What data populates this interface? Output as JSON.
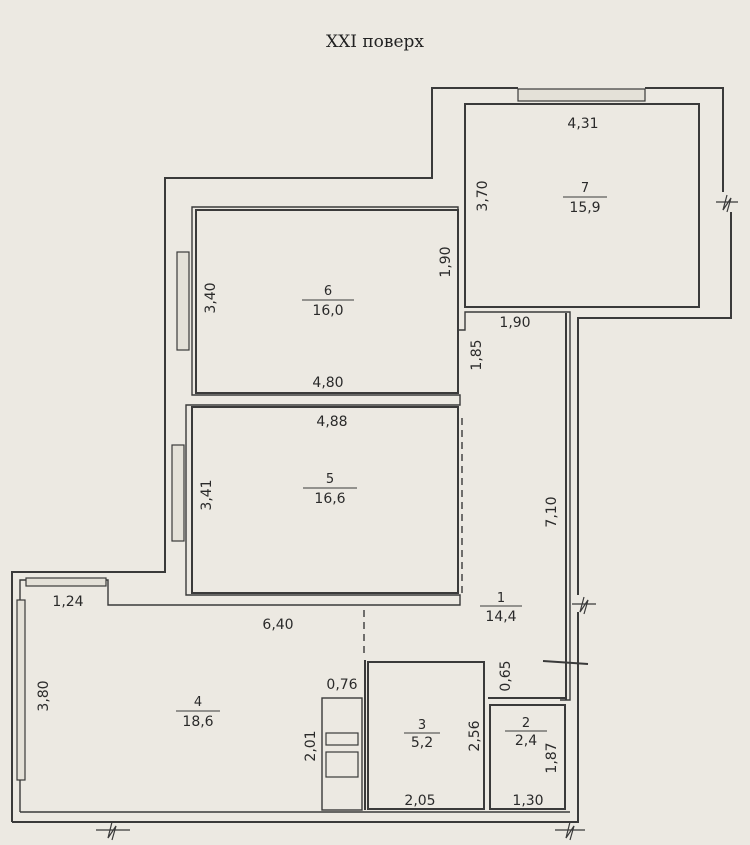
{
  "title": "XXI поверх",
  "rooms": [
    {
      "id": "r1",
      "number": "1",
      "area": "14,4"
    },
    {
      "id": "r2",
      "number": "2",
      "area": "2,4"
    },
    {
      "id": "r3",
      "number": "3",
      "area": "5,2"
    },
    {
      "id": "r4",
      "number": "4",
      "area": "18,6"
    },
    {
      "id": "r5",
      "number": "5",
      "area": "16,6"
    },
    {
      "id": "r6",
      "number": "6",
      "area": "16,0"
    },
    {
      "id": "r7",
      "number": "7",
      "area": "15,9"
    }
  ],
  "dimensions": {
    "r7_width": "4,31",
    "r7_height": "3,70",
    "r6_right": "1,90",
    "r6_height": "3,40",
    "r6_width": "4,80",
    "corridor_top": "1,90",
    "corridor_side": "1,85",
    "r5_width": "4,88",
    "r5_height": "3,41",
    "corridor_length": "7,10",
    "balcony_width": "1,24",
    "r4_width": "6,40",
    "r4_height": "3,80",
    "kitchen_depth": "0,76",
    "kitchen_length": "2,01",
    "hall_offset": "0,65",
    "r3_height": "2,56",
    "r3_width": "2,05",
    "r2_height": "1,87",
    "r2_width": "1,30"
  }
}
